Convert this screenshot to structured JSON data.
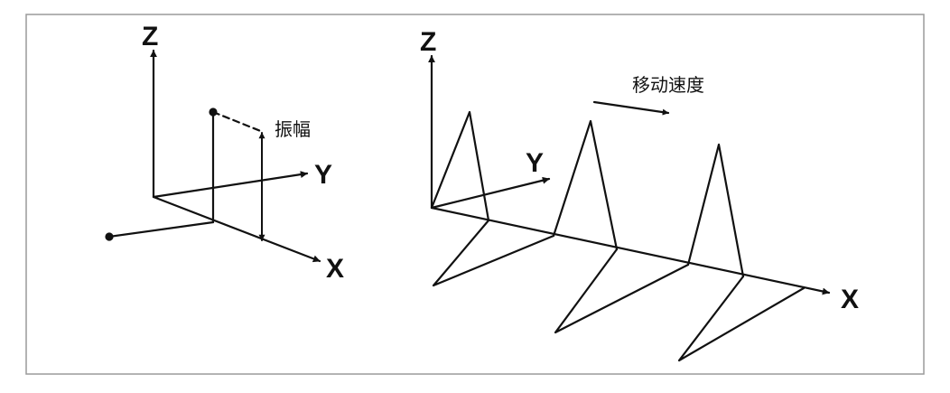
{
  "left_diagram": {
    "axis_z": "Z",
    "axis_y": "Y",
    "axis_x": "X",
    "amplitude_label": "振幅"
  },
  "right_diagram": {
    "axis_z": "Z",
    "axis_y": "Y",
    "axis_x": "X",
    "speed_label": "移动速度"
  },
  "colors": {
    "line": "#111111",
    "border": "#9a9a9a",
    "background": "#ffffff"
  }
}
